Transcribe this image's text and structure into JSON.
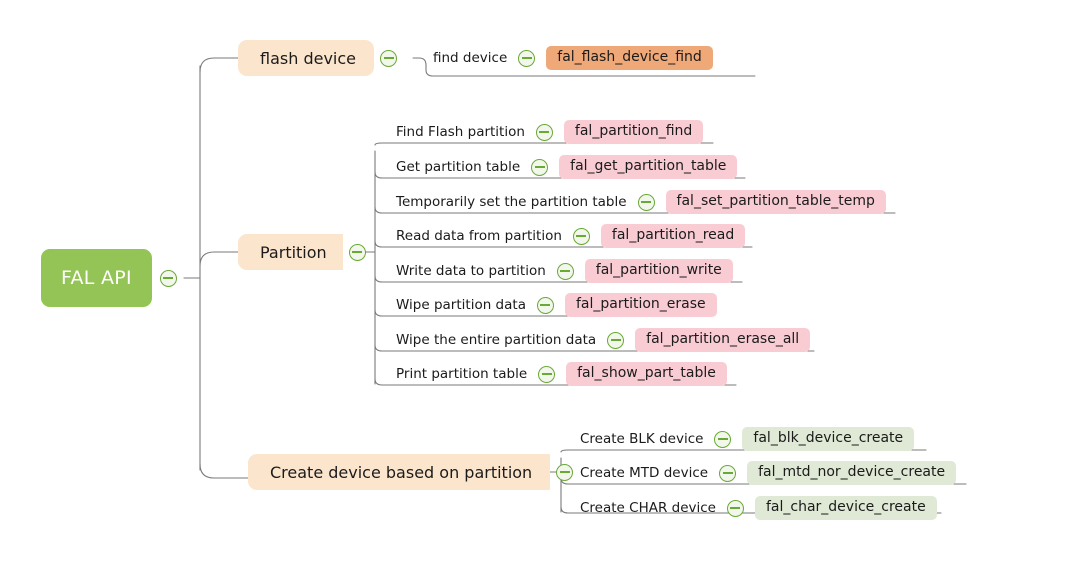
{
  "diagram": {
    "type": "mindmap",
    "title": "FAL API",
    "colors": {
      "root_fill": "#93c455",
      "root_text": "#ffffff",
      "topic_fill": "#fce5cd",
      "pill_pink": "#f9ccd4",
      "pill_green": "#dfe9d5",
      "pill_orange": "#efa878",
      "connector": "#7a7a7a",
      "toggle_stroke": "#6aa935"
    },
    "toggle_icon": "collapse-minus-icon"
  },
  "root": {
    "label": "FAL API"
  },
  "branches": [
    {
      "id": "flash-device",
      "label": "flash device",
      "leaves": [
        {
          "label": "find device",
          "api": "fal_flash_device_find",
          "pill": "orange"
        }
      ]
    },
    {
      "id": "partition",
      "label": "Partition",
      "leaves": [
        {
          "label": "Find Flash partition",
          "api": "fal_partition_find",
          "pill": "pink"
        },
        {
          "label": "Get partition table",
          "api": "fal_get_partition_table",
          "pill": "pink"
        },
        {
          "label": "Temporarily set the partition table",
          "api": "fal_set_partition_table_temp",
          "pill": "pink"
        },
        {
          "label": "Read data from partition",
          "api": "fal_partition_read",
          "pill": "pink"
        },
        {
          "label": "Write data to partition",
          "api": "fal_partition_write",
          "pill": "pink"
        },
        {
          "label": "Wipe partition data",
          "api": "fal_partition_erase",
          "pill": "pink"
        },
        {
          "label": "Wipe the entire partition data",
          "api": "fal_partition_erase_all",
          "pill": "pink"
        },
        {
          "label": "Print partition table",
          "api": "fal_show_part_table",
          "pill": "pink"
        }
      ]
    },
    {
      "id": "create-device",
      "label": "Create device based on partition",
      "leaves": [
        {
          "label": "Create BLK device",
          "api": "fal_blk_device_create",
          "pill": "green"
        },
        {
          "label": "Create MTD device",
          "api": "fal_mtd_nor_device_create",
          "pill": "green"
        },
        {
          "label": "Create CHAR device",
          "api": "fal_char_device_create",
          "pill": "green"
        }
      ]
    }
  ]
}
